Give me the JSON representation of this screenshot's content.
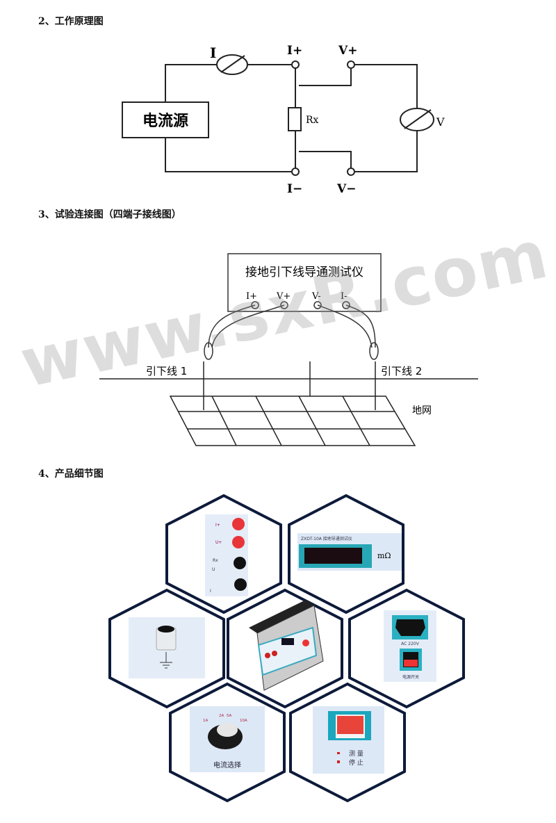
{
  "sections": {
    "principle_title": "2、工作原理图",
    "wiring_title": "3、试验连接图（四端子接线图）",
    "details_title": "4、产品细节图"
  },
  "circuit": {
    "source": "电流源",
    "ammeter": "I",
    "i_plus": "I+",
    "i_minus": "I−",
    "v_plus": "V+",
    "v_minus": "V−",
    "resistor": "Rx",
    "voltmeter": "V"
  },
  "wiring": {
    "instrument": "接地引下线导通测试仪",
    "terminals": [
      "I+",
      "V+",
      "V-",
      "I-"
    ],
    "lead1": "引下线 1",
    "lead2": "引下线 2",
    "grid": "地网"
  },
  "watermark": "www.sxR.com.cn",
  "details": {
    "terminal_labels": [
      "I+",
      "U+",
      "Rx",
      "U",
      "I"
    ],
    "panel_title": "ZXDT-10A 接地导通测试仪",
    "unit": "mΩ",
    "power_socket": "AC 220V",
    "power_switch": "电源开关",
    "knob_ticks": [
      "1A",
      "2A",
      "5A",
      "10A"
    ],
    "knob_label": "电流选择",
    "measure": "测 量",
    "stop": "停 止"
  }
}
